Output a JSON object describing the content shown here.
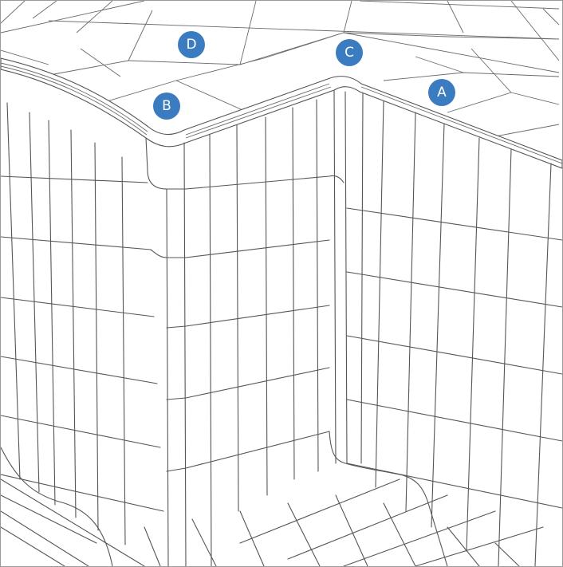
{
  "diagram": {
    "style": {
      "stroke": "#555555",
      "badge_color": "#3b7bbf",
      "background": "#ffffff"
    },
    "markers": [
      {
        "id": "marker-a",
        "label": "A"
      },
      {
        "id": "marker-b",
        "label": "B"
      },
      {
        "id": "marker-c",
        "label": "C"
      },
      {
        "id": "marker-d",
        "label": "D"
      }
    ]
  }
}
